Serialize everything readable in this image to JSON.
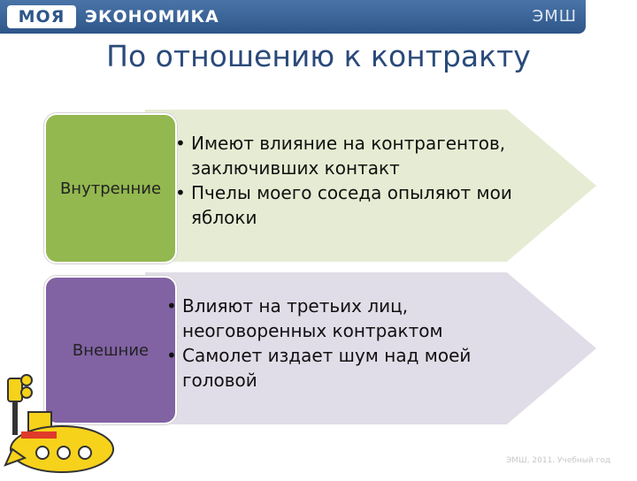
{
  "header": {
    "logo_box": "МОЯ",
    "logo_text": "ЭКОНОМИКА",
    "brand_right": "ЭМШ"
  },
  "slide": {
    "title": "По отношению к контракту",
    "rows": [
      {
        "label": "Внутренние",
        "color": "#93b84f",
        "arrow_color": "#e6ecd3",
        "bullets": [
          "Имеют влияние на контрагентов, заключивших контакт",
          "Пчелы моего соседа опыляют мои яблоки"
        ]
      },
      {
        "label": "Внешние",
        "color": "#8162a3",
        "arrow_color": "#e1dde8",
        "bullets": [
          "Влияют на третьих лиц, неоговоренных контрактом",
          "Самолет издает шум над моей головой"
        ]
      }
    ]
  },
  "footer": {
    "text": "ЭМШ, 2011. Учебный год"
  },
  "decoration": {
    "icon": "yellow-submarine-icon"
  }
}
